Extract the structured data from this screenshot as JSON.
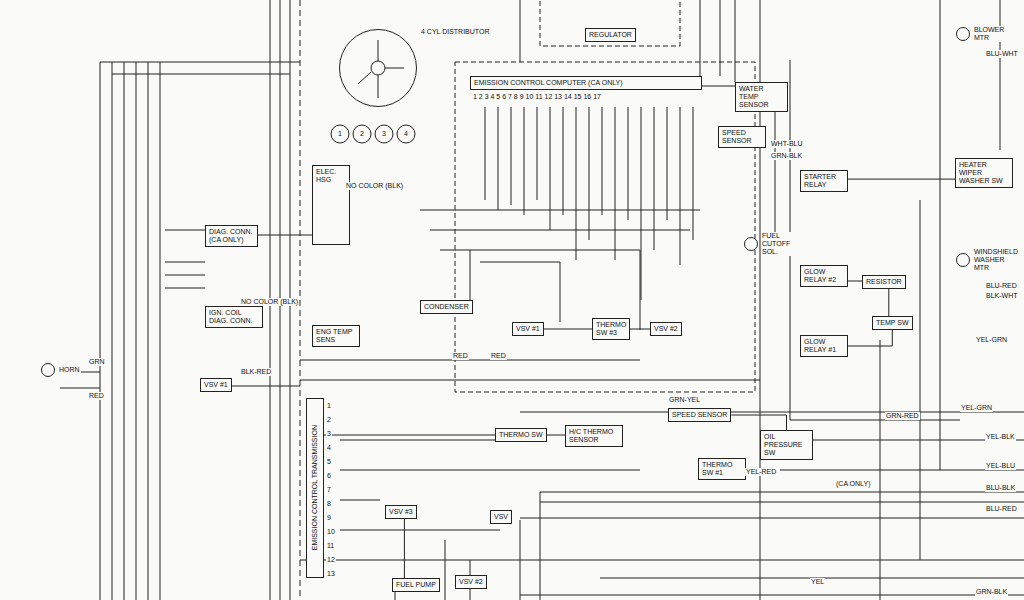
{
  "diagram": {
    "nodes": [
      {
        "text": [
          "REGULATOR"
        ]
      },
      {
        "text": [
          "4 CYL DISTRIBUTOR"
        ]
      },
      {
        "text": [
          "EMISSION CONTROL COMPUTER (CA ONLY)"
        ]
      },
      {
        "text": [
          "ELEC. HSG"
        ]
      },
      {
        "text": [
          "DIAG. CONN. (CA ONLY)"
        ]
      },
      {
        "text": [
          "IGN. COIL DIAG. CONN."
        ]
      },
      {
        "text": [
          "WATER TEMP SENSOR"
        ]
      },
      {
        "text": [
          "BLOWER MTR"
        ]
      },
      {
        "text": [
          "SPEED SENSOR"
        ]
      },
      {
        "text": [
          "FUEL CUTOFF SOL."
        ]
      },
      {
        "text": [
          "STARTER RELAY"
        ]
      },
      {
        "text": [
          "GLOW RELAY #2"
        ]
      },
      {
        "text": [
          "GLOW RELAY #1"
        ]
      },
      {
        "text": [
          "RESISTOR"
        ]
      },
      {
        "text": [
          "TEMP SW"
        ]
      },
      {
        "text": [
          "HEATER WIPER WASHER SW"
        ]
      },
      {
        "text": [
          "WINDSHIELD WASHER MTR"
        ]
      },
      {
        "text": [
          "HORN"
        ]
      },
      {
        "text": [
          "CONDENSER"
        ]
      },
      {
        "text": [
          "ENG TEMP SENS"
        ]
      },
      {
        "text": [
          "VSV #1"
        ]
      },
      {
        "text": [
          "VSV #1"
        ]
      },
      {
        "text": [
          "THERMO SW #3"
        ]
      },
      {
        "text": [
          "VSV #2"
        ]
      },
      {
        "text": [
          "EMISSION CONTROL TRANSMISSION"
        ]
      },
      {
        "text": [
          "THERMO SW"
        ]
      },
      {
        "text": [
          "H/C THERMO SENSOR"
        ]
      },
      {
        "text": [
          "SPEED SENSOR"
        ]
      },
      {
        "text": [
          "THERMO SW #1"
        ]
      },
      {
        "text": [
          "OIL PRESSURE SW"
        ]
      },
      {
        "text": [
          "VSV #3"
        ]
      },
      {
        "text": [
          "VSV"
        ]
      },
      {
        "text": [
          "FUEL PUMP"
        ]
      },
      {
        "text": [
          "VSV #2"
        ]
      }
    ],
    "edges": [
      {
        "from": 2,
        "to": 6,
        "arrow": "none"
      },
      {
        "from": 11,
        "to": 13,
        "arrow": "none"
      },
      {
        "from": 12,
        "to": 14,
        "arrow": "none"
      },
      {
        "from": 10,
        "to": 15,
        "arrow": "none"
      },
      {
        "from": 25,
        "to": 26,
        "arrow": "none"
      },
      {
        "from": 4,
        "to": 3,
        "arrow": "none"
      },
      {
        "from": 30,
        "to": 32,
        "arrow": "none"
      },
      {
        "from": 13,
        "to": 14,
        "arrow": "none"
      },
      {
        "from": 21,
        "to": 22,
        "arrow": "none"
      },
      {
        "from": 22,
        "to": 23,
        "arrow": "none"
      },
      {
        "from": 27,
        "to": 29,
        "arrow": "none"
      },
      {
        "from": 24,
        "to": 25,
        "arrow": "none"
      }
    ],
    "labels": [
      "1",
      "2",
      "3",
      "4",
      "1 2 3 4 5 6 7 8 9 10 11 12 13 14 15 16 17",
      "1",
      "2",
      "3",
      "4",
      "5",
      "6",
      "7",
      "8",
      "9",
      "10",
      "11",
      "12",
      "13",
      "NO COLOR (BLK)",
      "NO COLOR (BLK)",
      "GRN",
      "RED",
      "BLK-RED",
      "RED",
      "RED",
      "YEL-GRN",
      "YEL-BLK",
      "YEL-BLU",
      "BLU-BLK",
      "BLU-RED",
      "GRN-BLK",
      "GRN-YEL",
      "YEL-RED",
      "BLU-WHT",
      "BLU-RED",
      "BLK-WHT",
      "YEL-GRN",
      "GRN-RED",
      "(CA ONLY)",
      "WHT-BLU",
      "GRN-BLK",
      "YEL"
    ]
  }
}
